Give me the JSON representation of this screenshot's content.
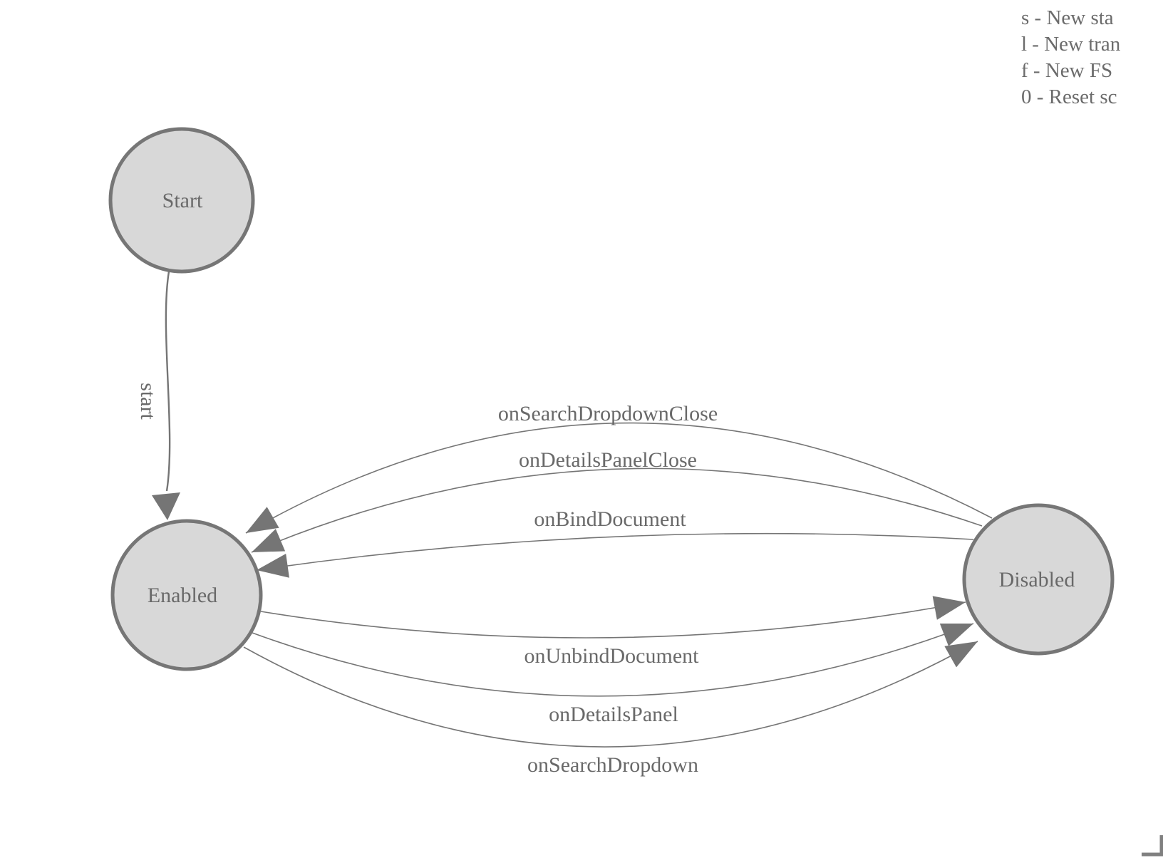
{
  "legend": {
    "lines": [
      "s - New sta",
      "l - New tran",
      "f - New FS",
      "0 - Reset sc"
    ]
  },
  "diagram": {
    "states": [
      {
        "label": "Start"
      },
      {
        "label": "Enabled"
      },
      {
        "label": "Disabled"
      }
    ],
    "transitions": [
      {
        "label": "start",
        "from": "Start",
        "to": "Enabled"
      },
      {
        "label": "onSearchDropdownClose",
        "from": "Disabled",
        "to": "Enabled"
      },
      {
        "label": "onDetailsPanelClose",
        "from": "Disabled",
        "to": "Enabled"
      },
      {
        "label": "onBindDocument",
        "from": "Disabled",
        "to": "Enabled"
      },
      {
        "label": "onUnbindDocument",
        "from": "Enabled",
        "to": "Disabled"
      },
      {
        "label": "onDetailsPanel",
        "from": "Enabled",
        "to": "Disabled"
      },
      {
        "label": "onSearchDropdown",
        "from": "Enabled",
        "to": "Disabled"
      }
    ]
  },
  "colors": {
    "state_fill": "#d8d8d8",
    "state_border": "#767676",
    "edge": "#757575",
    "label_text": "#696969"
  }
}
